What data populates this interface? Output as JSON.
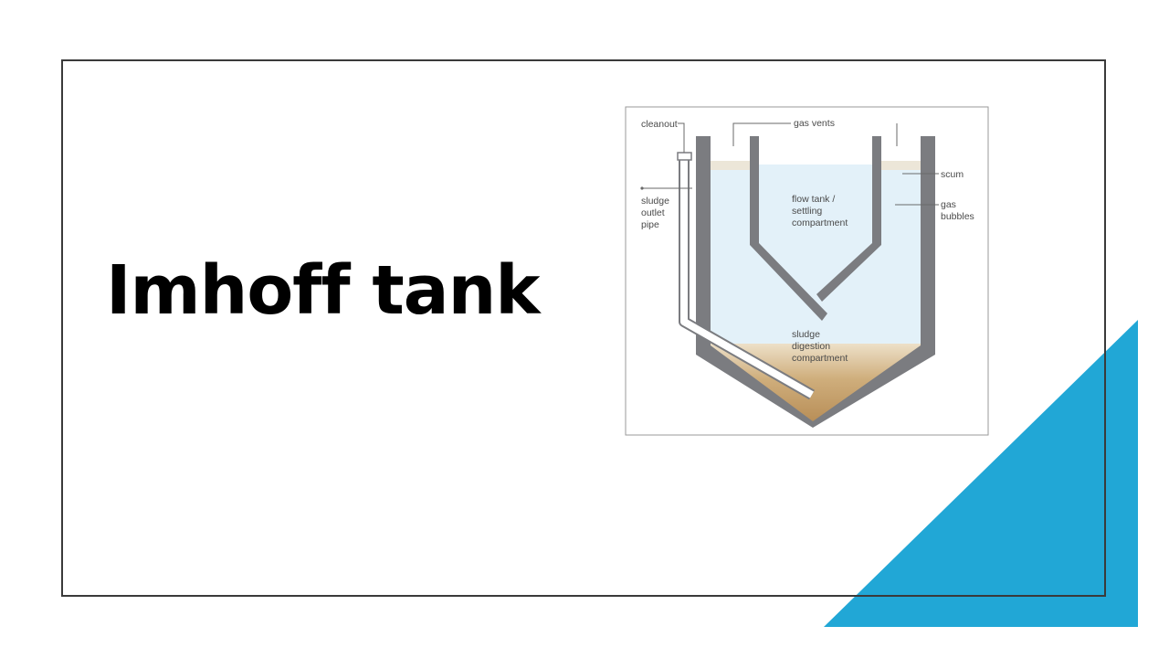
{
  "title": "Imhoff tank",
  "colors": {
    "accent": "#21a7d6",
    "frame": "#3a3a3a",
    "tank_wall": "#7b7c80",
    "water": "#e3f1f9",
    "sludge": "#c6a06a"
  },
  "diagram": {
    "labels": {
      "cleanout": "cleanout",
      "gas_vents": "gas vents",
      "scum": "scum",
      "gas_bubbles_1": "gas",
      "gas_bubbles_2": "bubbles",
      "flow_tank_1": "flow tank /",
      "flow_tank_2": "settling",
      "flow_tank_3": "compartment",
      "sludge_outlet_1": "sludge",
      "sludge_outlet_2": "outlet",
      "sludge_outlet_3": "pipe",
      "sludge_digestion_1": "sludge",
      "sludge_digestion_2": "digestion",
      "sludge_digestion_3": "compartment"
    }
  }
}
